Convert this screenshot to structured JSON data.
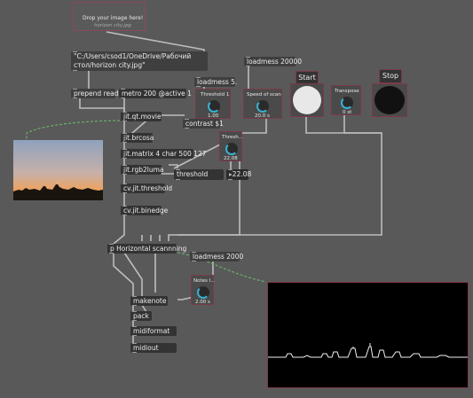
{
  "dropzone": {
    "title": "Drop your image here!",
    "file": "horizon city.jpg"
  },
  "messages": {
    "path": "\"C:/Users/csod1/OneDrive/Рабочий стол/horizon city.jpg\"",
    "prepend": "prepend read",
    "loadmess5": "loadmess 5.",
    "loadmess20000": "loadmess 20000",
    "loadmess2000": "loadmess 2000",
    "contrast": "contrast $1"
  },
  "objects": {
    "metro": "metro 200 @active 1",
    "jit_qt_movie": "jit.qt.movie",
    "jit_brcosa": "jit.brcosa",
    "jit_matrix": "jit.matrix 4 char 500 127",
    "jit_rgb2luma": "jit.rgb2luma",
    "cv_threshold": "cv.jit.threshold",
    "cv_binedge": "cv.jit.binedge",
    "threshold": "threshold",
    "threshold_value": "22.08",
    "scanner": "p Horizontal scannning",
    "makenote": "makenote",
    "pack": "pack",
    "midiformat": "midiformat",
    "midiout": "midiout"
  },
  "dials": {
    "threshold1": {
      "label": "Threshold 1",
      "value": "1.00"
    },
    "thresh": {
      "label": "Thresh...",
      "value": "22.08"
    },
    "speed": {
      "label": "Speed of scan",
      "value": "20.0 s"
    },
    "transpose": {
      "label": "Transpose",
      "value": "0 st"
    },
    "notes": {
      "label": "Notes l...",
      "value": "2.00 s"
    }
  },
  "buttons": {
    "start": "Start",
    "stop": "Stop"
  },
  "colors": {
    "start_button": "#e8e8e8",
    "stop_button": "#111111",
    "dial_accent": "#3ab0d0",
    "panel_border": "#7a3a48",
    "patch_cord_green": "#6cc070"
  }
}
